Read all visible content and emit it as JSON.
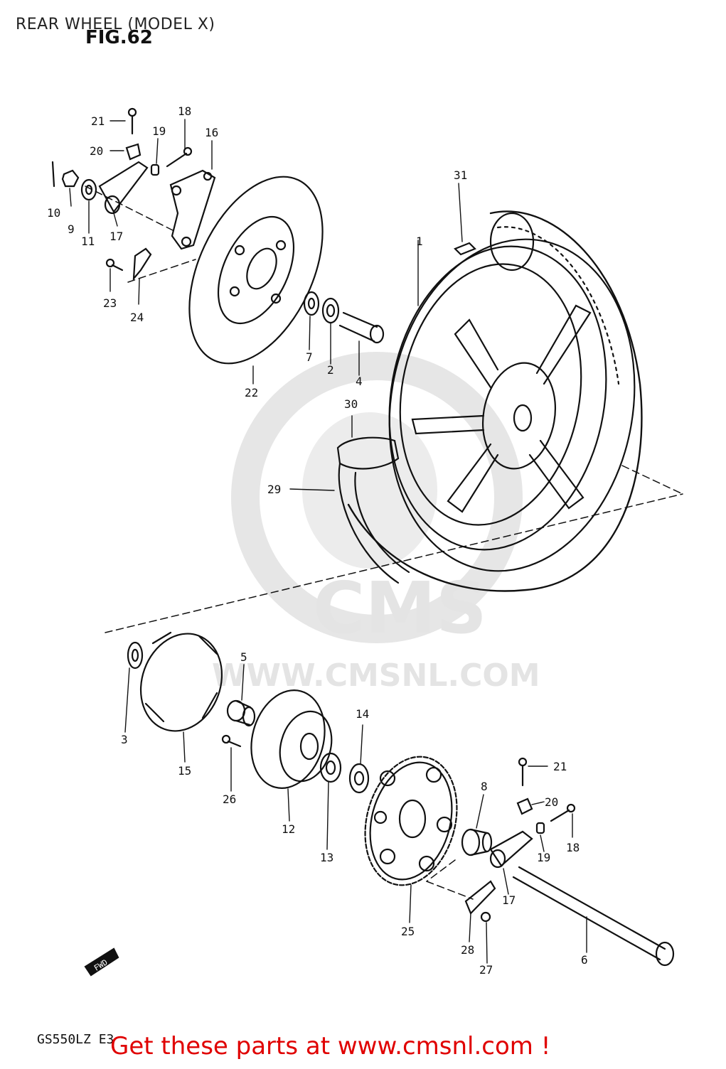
{
  "header": {
    "title": "REAR WHEEL (MODEL X)",
    "figure": "FIG.62"
  },
  "watermark": {
    "brand": "CMS",
    "url": "WWW.CMSNL.COM",
    "color": "#e4e4e4"
  },
  "direction_tag": "FWD",
  "footer": {
    "model_code": "GS550LZ E3",
    "promo_text": "Get these parts at www.cmsnl.com !",
    "promo_color": "#e00000"
  },
  "callouts": [
    "1",
    "2",
    "3",
    "4",
    "5",
    "6",
    "7",
    "8",
    "9",
    "10",
    "11",
    "12",
    "13",
    "14",
    "15",
    "16",
    "17",
    "17",
    "18",
    "18",
    "19",
    "19",
    "20",
    "20",
    "21",
    "21",
    "22",
    "23",
    "24",
    "25",
    "26",
    "27",
    "28",
    "29",
    "30",
    "31"
  ]
}
